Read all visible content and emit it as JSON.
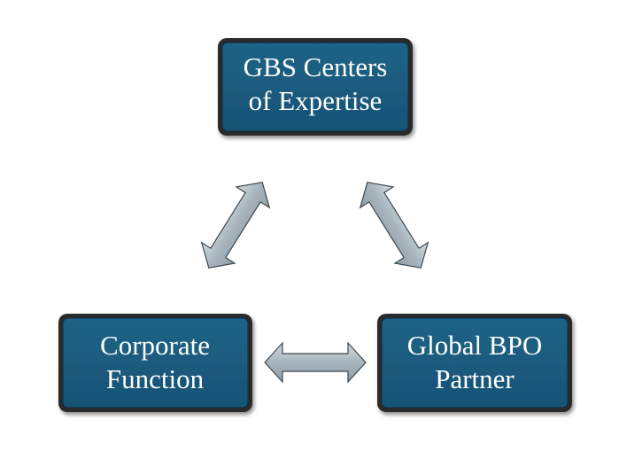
{
  "nodes": {
    "top": {
      "line1": "GBS Centers",
      "line2": "of Expertise"
    },
    "left": {
      "line1": "Corporate",
      "line2": "Function"
    },
    "right": {
      "line1": "Global BPO",
      "line2": "Partner"
    }
  },
  "colors": {
    "box_fill": "#1b5a7c",
    "box_border": "#000000",
    "box_text": "#ffffff",
    "arrow_fill": "#a9b6bf",
    "arrow_border": "#404a52"
  },
  "connections": [
    {
      "from": "GBS Centers of Expertise",
      "to": "Corporate Function",
      "type": "bidirectional"
    },
    {
      "from": "GBS Centers of Expertise",
      "to": "Global BPO Partner",
      "type": "bidirectional"
    },
    {
      "from": "Corporate Function",
      "to": "Global BPO Partner",
      "type": "bidirectional"
    }
  ]
}
